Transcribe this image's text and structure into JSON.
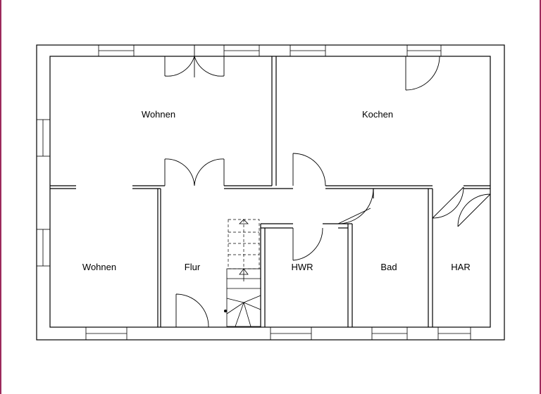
{
  "rooms": {
    "wohnen_top": "Wohnen",
    "kochen": "Kochen",
    "wohnen_bottom": "Wohnen",
    "flur": "Flur",
    "hwr": "HWR",
    "bad": "Bad",
    "har": "HAR"
  },
  "colors": {
    "frame_accent": "#9c2a5c",
    "lines": "#000000",
    "background": "#ffffff"
  }
}
